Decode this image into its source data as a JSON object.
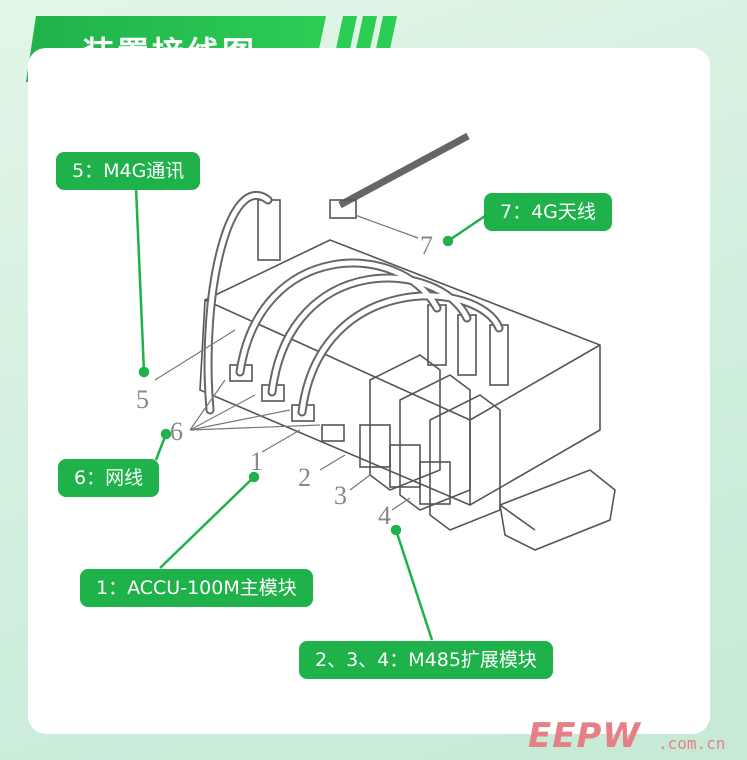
{
  "header": {
    "title": "装置接线图"
  },
  "labels": {
    "m4g": "5：M4G通讯",
    "antenna": "7：4G天线",
    "net": "6：网线",
    "accu": "1：ACCU-100M主模块",
    "m485": "2、3、4：M485扩展模块"
  },
  "numbers": {
    "n1": "1",
    "n2": "2",
    "n3": "3",
    "n4": "4",
    "n5": "5",
    "n6": "6",
    "n7": "7"
  },
  "watermark": {
    "logo": "EEPW",
    "domain": ".com.cn"
  },
  "colors": {
    "accent": "#1fb24a",
    "line": "#555555"
  }
}
